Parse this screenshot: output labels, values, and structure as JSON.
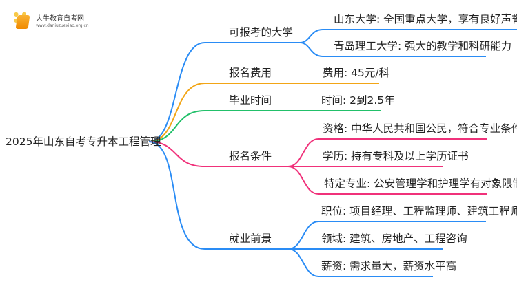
{
  "logo": {
    "name": "大牛教育自考网",
    "url": "www.daniuzuexiao.org.cn"
  },
  "root": "2025年山东自考专升本工程管理",
  "colors": {
    "blue": "#2a8cf5",
    "orange": "#f2a516",
    "green": "#22c06a",
    "pink": "#f0317a"
  },
  "branches": [
    {
      "label": "可报考的大学",
      "leaves": [
        "山东大学: 全国重点大学，享有良好声誉",
        "青岛理工大学: 强大的教学和科研能力"
      ]
    },
    {
      "label": "报名费用",
      "leaves": [
        "费用: 45元/科"
      ]
    },
    {
      "label": "毕业时间",
      "leaves": [
        "时间: 2到2.5年"
      ]
    },
    {
      "label": "报名条件",
      "leaves": [
        "资格: 中华人民共和国公民，符合专业条件",
        "学历: 持有专科及以上学历证书",
        "特定专业: 公安管理学和护理学有对象限制"
      ]
    },
    {
      "label": "就业前景",
      "leaves": [
        "职位: 项目经理、工程监理师、建筑工程师",
        "领域: 建筑、房地产、工程咨询",
        "薪资: 需求量大，薪资水平高"
      ]
    }
  ]
}
